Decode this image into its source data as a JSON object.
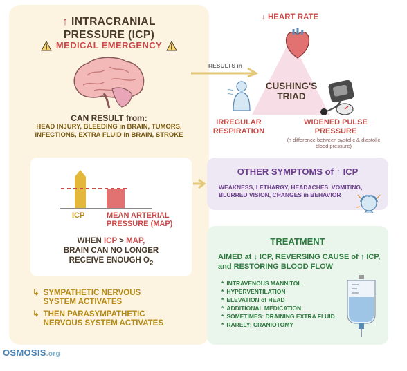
{
  "colors": {
    "left_panel_bg": "#fcf4e0",
    "emergency_red": "#c94b4b",
    "icp_gold": "#e2b73a",
    "map_red": "#e27272",
    "purple": "#6b3e8c",
    "purple_panel_bg": "#eee7f4",
    "green": "#2e7a3e",
    "green_panel_bg": "#eaf6ec",
    "triangle_pink": "#f6dde6"
  },
  "left": {
    "title_line1": "INTRACRANIAL",
    "title_line2": "PRESSURE (ICP)",
    "title_arrow": "↑",
    "emergency": "MEDICAL EMERGENCY",
    "can_result_title": "CAN RESULT from:",
    "can_result_body": "HEAD INJURY, BLEEDING in BRAIN, TUMORS, INFECTIONS, EXTRA FLUID in BRAIN, STROKE",
    "icp_label": "ICP",
    "map_label": "MEAN ARTERIAL PRESSURE (MAP)",
    "when_1": "WHEN",
    "when_icp": "ICP",
    "when_gt": ">",
    "when_map": "MAP,",
    "when_2": "BRAIN CAN NO LONGER",
    "when_3": "RECEIVE ENOUGH O",
    "when_sub": "2",
    "result_1": "SYMPATHETIC NERVOUS SYSTEM ACTIVATES",
    "result_2": "THEN PARASYMPATHETIC NERVOUS SYSTEM ACTIVATES",
    "hook": "↳"
  },
  "connector": {
    "results_in": "RESULTS in"
  },
  "triad": {
    "heart_rate": "↓ HEART RATE",
    "title": "CUSHING'S TRIAD",
    "irregular": "IRREGULAR RESPIRATION",
    "widened": "WIDENED PULSE PRESSURE",
    "widened_note": "(↑ difference between systolic & diastolic blood pressure)"
  },
  "other": {
    "title": "OTHER SYMPTOMS of ↑ ICP",
    "body": "WEAKNESS, LETHARGY, HEADACHES, VOMITING, BLURRED VISION, CHANGES in BEHAVIOR"
  },
  "treatment": {
    "title": "TREATMENT",
    "aimed": "AIMED at ↓ ICP, REVERSING CAUSE of ↑ ICP, and RESTORING BLOOD FLOW",
    "bullet": "*",
    "items": [
      "INTRAVENOUS MANNITOL",
      "HYPERVENTILATION",
      "ELEVATION of HEAD",
      "ADDITIONAL MEDICATION",
      "SOMETIMES: DRAINING EXTRA FLUID",
      "RARELY: CRANIOTOMY"
    ]
  },
  "logo": {
    "name": "OSMOSIS",
    "suffix": ".org"
  },
  "icons": [
    "warning-icon",
    "brain-icon",
    "heart-icon",
    "lungs-person-icon",
    "blood-pressure-cuff-icon",
    "sick-person-icon",
    "iv-bag-icon",
    "arrow-icon"
  ]
}
